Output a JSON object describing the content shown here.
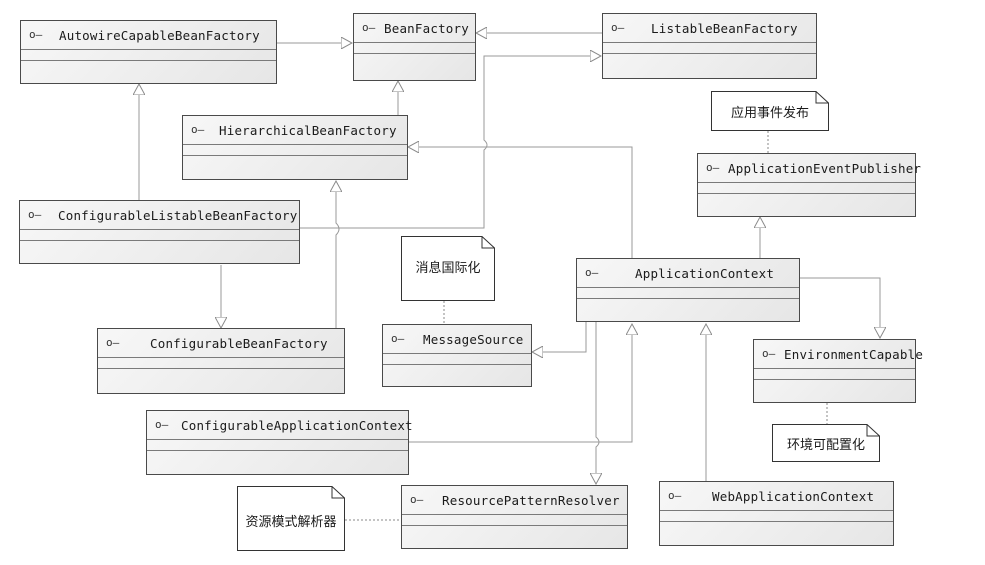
{
  "interface_icon": "circle-dash-icon",
  "interfaces": {
    "autowire": "AutowireCapableBeanFactory",
    "bean_factory": "BeanFactory",
    "listable": "ListableBeanFactory",
    "hierarchical": "HierarchicalBeanFactory",
    "app_event_publisher": "ApplicationEventPublisher",
    "configurable_listable": "ConfigurableListableBeanFactory",
    "application_context": "ApplicationContext",
    "message_source": "MessageSource",
    "configurable_bean_factory": "ConfigurableBeanFactory",
    "environment_capable": "EnvironmentCapable",
    "configurable_app_context": "ConfigurableApplicationContext",
    "resource_pattern_resolver": "ResourcePatternResolver",
    "web_app_context": "WebApplicationContext"
  },
  "notes": {
    "app_event_publish": "应用事件发布",
    "i18n": "消息国际化",
    "environment": "环境可配置化",
    "resource_pattern": "资源模式解析器"
  },
  "colors": {
    "line": "#9a9a9a",
    "box_border": "#4a4a4a",
    "box_fill_top": "#f7f7f7",
    "box_fill_bottom": "#e6e6e6"
  }
}
